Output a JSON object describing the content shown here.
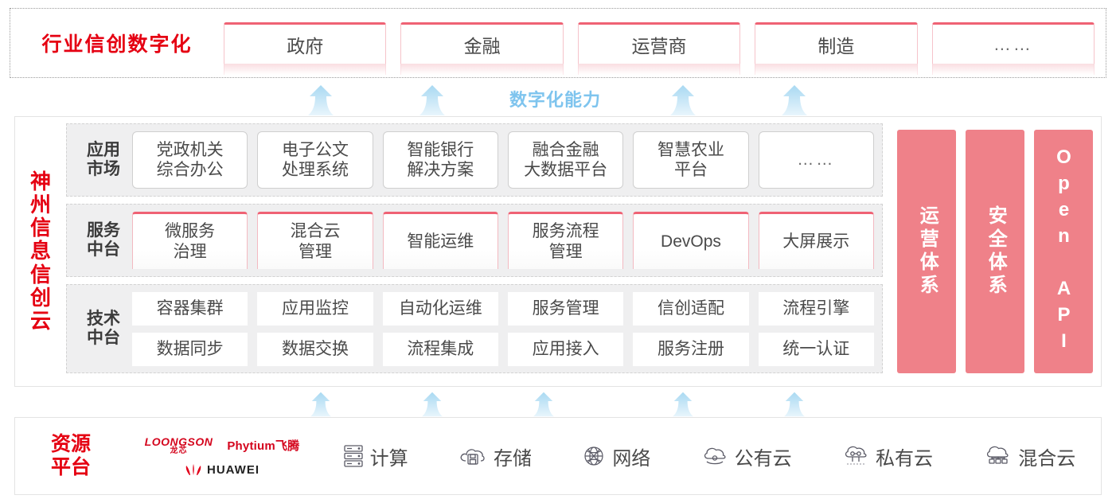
{
  "industry": {
    "title": "行业信创数字化",
    "cards": [
      {
        "label": "政府"
      },
      {
        "label": "金融"
      },
      {
        "label": "运营商"
      },
      {
        "label": "制造"
      },
      {
        "label": "……"
      }
    ]
  },
  "capability": {
    "label": "数字化能力",
    "arrow_count": 4,
    "color": "#7ec4ee"
  },
  "platform": {
    "title_chars": [
      "神",
      "州",
      "信",
      "息",
      "信",
      "创",
      "云"
    ],
    "title": "神州信息信创云",
    "layers": [
      {
        "key": "app",
        "label": "应用\n市场",
        "label_line1": "应用",
        "label_line2": "市场",
        "cards": [
          {
            "line1": "党政机关",
            "line2": "综合办公"
          },
          {
            "line1": "电子公文",
            "line2": "处理系统"
          },
          {
            "line1": "智能银行",
            "line2": "解决方案"
          },
          {
            "line1": "融合金融",
            "line2": "大数据平台"
          },
          {
            "line1": "智慧农业",
            "line2": "平台"
          },
          {
            "line1": "……",
            "line2": ""
          }
        ]
      },
      {
        "key": "svc",
        "label_line1": "服务",
        "label_line2": "中台",
        "cards": [
          {
            "line1": "微服务",
            "line2": "治理"
          },
          {
            "line1": "混合云",
            "line2": "管理"
          },
          {
            "line1": "智能运维",
            "line2": ""
          },
          {
            "line1": "服务流程",
            "line2": "管理"
          },
          {
            "line1": "DevOps",
            "line2": ""
          },
          {
            "line1": "大屏展示",
            "line2": ""
          }
        ]
      },
      {
        "key": "tech",
        "label_line1": "技术",
        "label_line2": "中台",
        "row1": [
          "容器集群",
          "应用监控",
          "自动化运维",
          "服务管理",
          "信创适配",
          "流程引擎"
        ],
        "row2": [
          "数据同步",
          "数据交换",
          "流程集成",
          "应用接入",
          "服务注册",
          "统一认证"
        ]
      }
    ],
    "pillars": [
      {
        "label": "运营体系",
        "type": "cjk"
      },
      {
        "label": "安全体系",
        "type": "cjk"
      },
      {
        "label": "Open API",
        "type": "latin"
      }
    ],
    "pillar_color": "#ef8189"
  },
  "lower_arrows": {
    "count": 5
  },
  "resource": {
    "title_line1": "资源",
    "title_line2": "平台",
    "vendors": [
      {
        "name_en": "LOONGSON",
        "name_cn": "龙芯"
      },
      {
        "name": "Phytium飞腾"
      },
      {
        "name": "HUAWEI"
      }
    ],
    "items": [
      {
        "label": "计算",
        "icon": "server-icon"
      },
      {
        "label": "存储",
        "icon": "cloud-storage-icon"
      },
      {
        "label": "网络",
        "icon": "network-globe-icon"
      },
      {
        "label": "公有云",
        "icon": "public-cloud-icon"
      },
      {
        "label": "私有云",
        "icon": "private-cloud-icon"
      },
      {
        "label": "混合云",
        "icon": "hybrid-cloud-icon"
      }
    ]
  },
  "colors": {
    "brand_red": "#e50012",
    "pink": "#ef6274",
    "pillar_pink": "#ef8189",
    "arrow_blue": "#bfe2f5",
    "layer_bg": "#efeff0"
  }
}
